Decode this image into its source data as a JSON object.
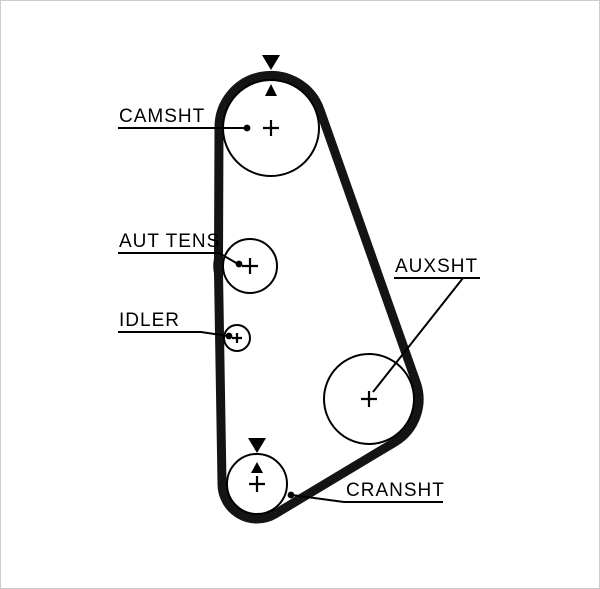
{
  "page": {
    "background": "#ffffff",
    "border_color": "#cccccc"
  },
  "diagram": {
    "type": "timing-belt-routing",
    "belt_color": "#141414",
    "outline_color": "#000000",
    "labels": {
      "camshaft": "CAMSHT",
      "tensioner": "AUT TENS",
      "idler": "IDLER",
      "auxiliary": "AUXSHT",
      "crankshaft": "CRANSHT"
    }
  }
}
